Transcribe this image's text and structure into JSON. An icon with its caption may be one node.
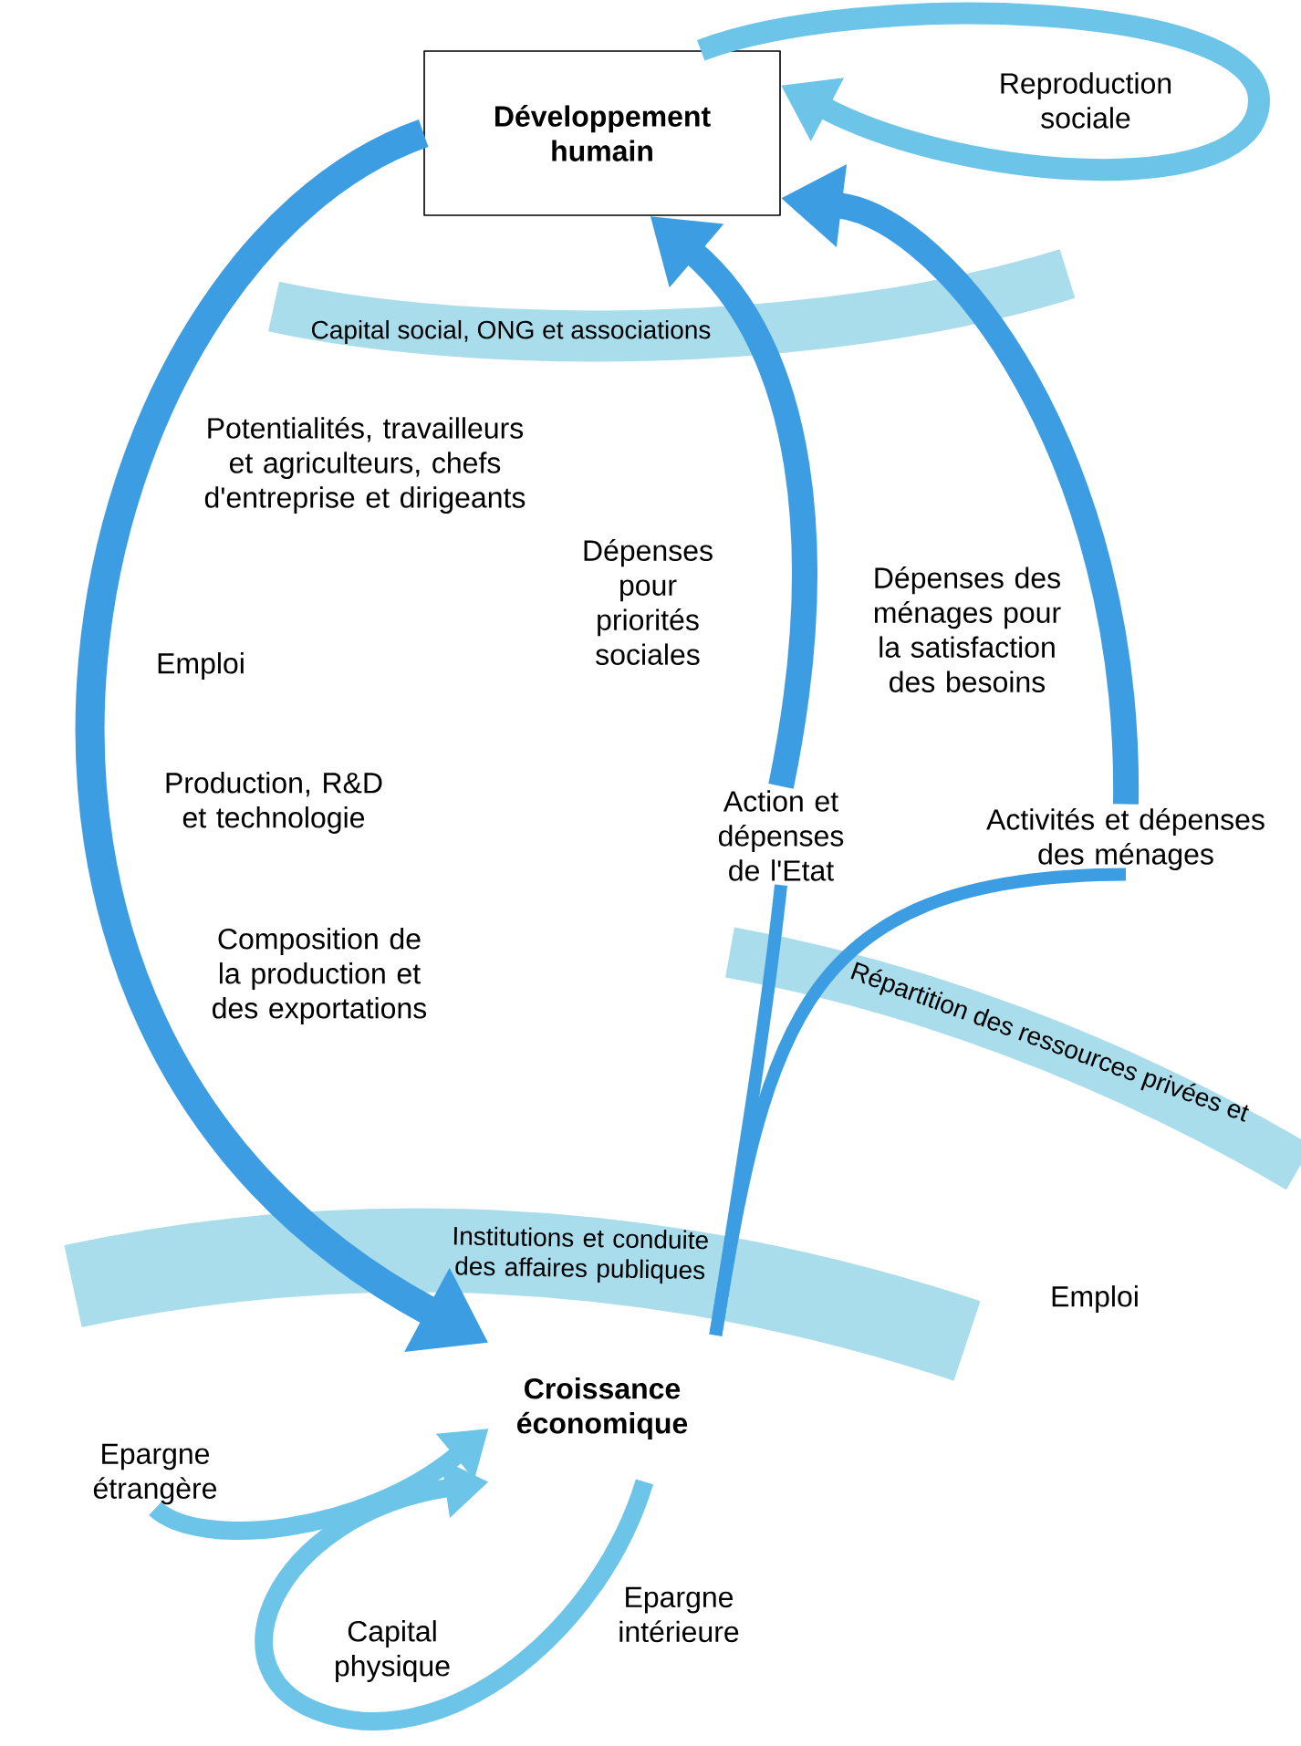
{
  "diagram": {
    "nodes": [
      {
        "text": [
          "Développement humain"
        ]
      },
      {
        "text": [
          "Action et dépenses de l'Etat"
        ]
      },
      {
        "text": [
          "Activités et dépenses des ménages"
        ]
      },
      {
        "text": [
          "Croissance économique"
        ]
      },
      {
        "text": [
          "Epargne étrangère"
        ]
      }
    ],
    "edges": [
      {
        "from": 0,
        "to": 3,
        "arrow": "to"
      },
      {
        "from": 3,
        "to": 1,
        "arrow": "none"
      },
      {
        "from": 3,
        "to": 2,
        "arrow": "none"
      },
      {
        "from": 1,
        "to": 0,
        "arrow": "to"
      },
      {
        "from": 2,
        "to": 0,
        "arrow": "to"
      },
      {
        "from": 0,
        "to": 0,
        "arrow": "to",
        "label": "Reproduction sociale",
        "color": "#6cc5e8"
      },
      {
        "from": 4,
        "to": 3,
        "arrow": "to",
        "color": "#6cc5e8"
      },
      {
        "from": 3,
        "to": 3,
        "arrow": "to",
        "color": "#6cc5e8"
      }
    ],
    "labels": [
      "Capital social, ONG et associations",
      "Potentialités, travailleurs et agriculteurs, chefs d'entreprise et dirigeants",
      "Dépenses pour priorités sociales",
      "Dépenses des ménages pour la satisfaction des besoins",
      "Emploi",
      "Production, R&D et technologie",
      "Composition de la production et des exportations",
      "Répartition des ressources privées et",
      "Institutions et conduite des affaires publiques",
      "Emploi",
      "Epargne intérieure",
      "Capital physique"
    ]
  }
}
